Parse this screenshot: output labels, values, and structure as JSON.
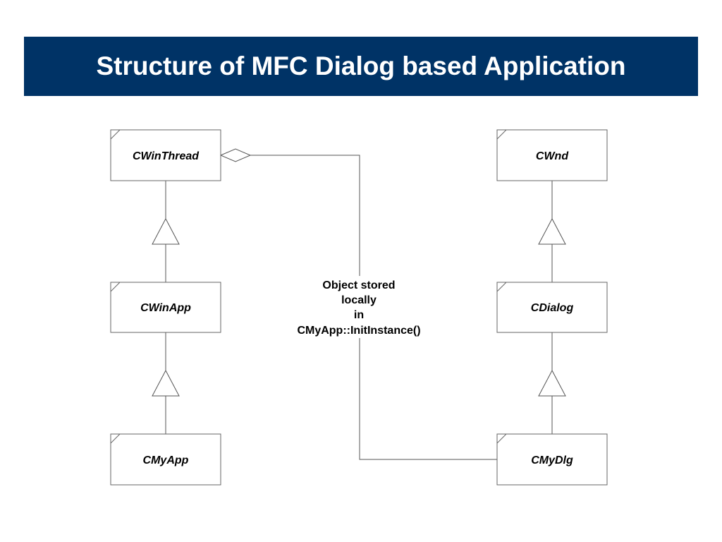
{
  "slide": {
    "title": "Structure of MFC Dialog based Application",
    "title_bar_color": "#003366",
    "title_text_color": "#ffffff"
  },
  "classes": {
    "cwinthread": "CWinThread",
    "cwinapp": "CWinApp",
    "cmyapp": "CMyApp",
    "cwnd": "CWnd",
    "cdialog": "CDialog",
    "cmydlg": "CMyDlg"
  },
  "note": {
    "line1": "Object stored",
    "line2": "locally",
    "line3": "in",
    "line4": "CMyApp::InitInstance()"
  },
  "relations": {
    "inheritance": [
      [
        "cwinapp",
        "cwinthread"
      ],
      [
        "cmyapp",
        "cwinapp"
      ],
      [
        "cdialog",
        "cwnd"
      ],
      [
        "cmydlg",
        "cdialog"
      ]
    ],
    "aggregation": [
      [
        "cwinthread",
        "cmydlg"
      ]
    ]
  }
}
